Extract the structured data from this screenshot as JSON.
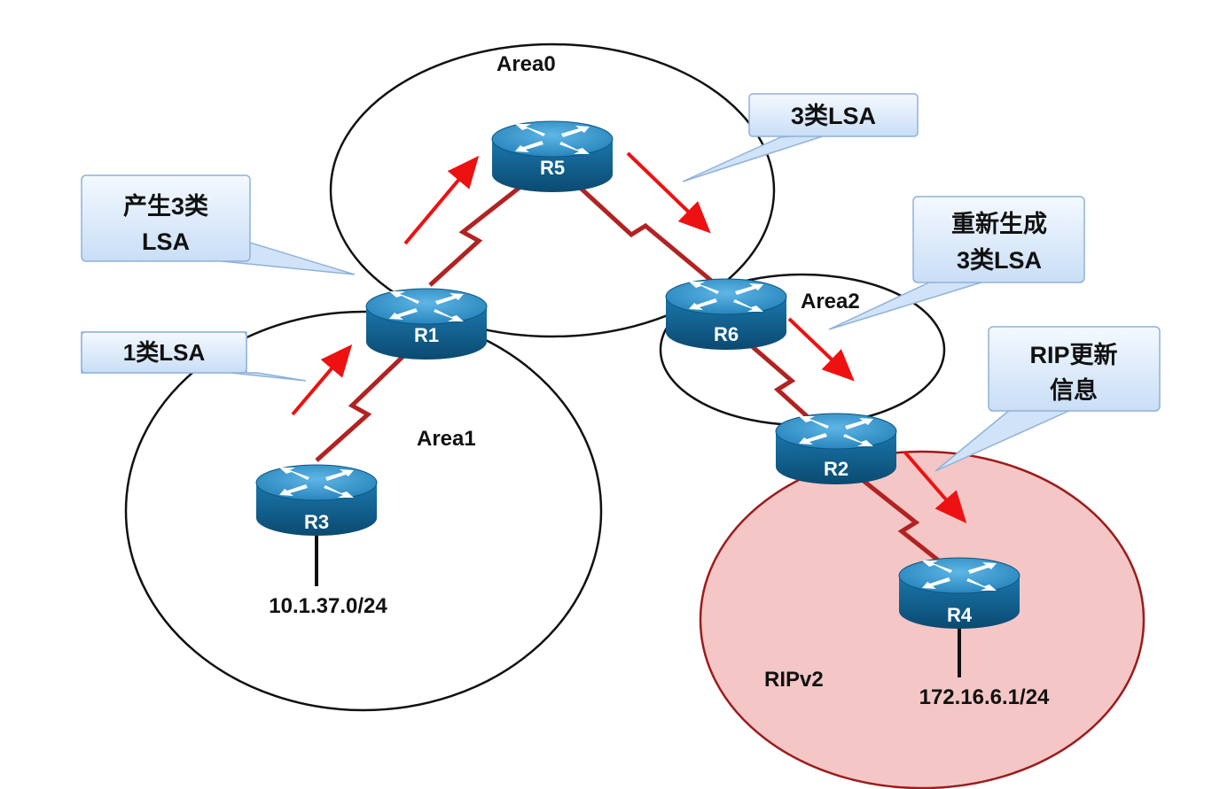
{
  "areas": {
    "area0": "Area0",
    "area1": "Area1",
    "area2": "Area2",
    "rip": "RIPv2"
  },
  "routers": {
    "r1": "R1",
    "r2": "R2",
    "r3": "R3",
    "r4": "R4",
    "r5": "R5",
    "r6": "R6"
  },
  "networks": {
    "r3_net": "10.1.37.0/24",
    "r4_net": "172.16.6.1/24"
  },
  "callouts": {
    "type1": [
      "1类LSA"
    ],
    "generate_type3": [
      "产生3类",
      "LSA"
    ],
    "type3": [
      "3类LSA"
    ],
    "regenerate_type3": [
      "重新生成",
      "3类LSA"
    ],
    "rip_update": [
      "RIP更新",
      "信息"
    ]
  },
  "colors": {
    "router_top": "#2e8fc4",
    "router_side": "#0f5a86",
    "wan_link": "#b22222",
    "flow_arrow": "#ee1111",
    "rip_fill": "#f5c6c6",
    "rip_stroke": "#9b1c1c",
    "callout_fill": "#dcebfb",
    "callout_stroke": "#8fb2d9"
  }
}
